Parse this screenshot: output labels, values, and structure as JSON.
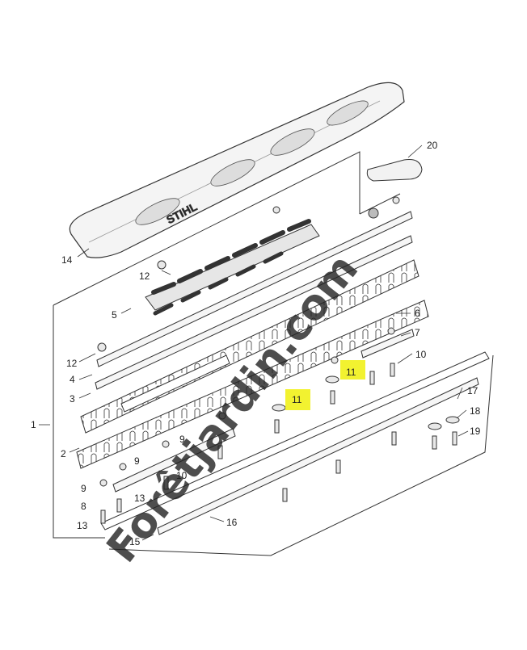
{
  "diagram": {
    "brand_mark": "STIHL",
    "labels": {
      "p1": "1",
      "p2": "2",
      "p3": "3",
      "p4": "4",
      "p5": "5",
      "p6": "6",
      "p7": "7",
      "p8": "8",
      "p9a": "9",
      "p9b": "9",
      "p9c": "9",
      "p10a": "10",
      "p10b": "10",
      "p11a": "11",
      "p11b": "11",
      "p12a": "12",
      "p12b": "12",
      "p13a": "13",
      "p13b": "13",
      "p14": "14",
      "p15": "15",
      "p16": "16",
      "p17": "17",
      "p18": "18",
      "p19": "19",
      "p20": "20"
    },
    "highlight_color": "#f2f230"
  },
  "watermark": {
    "text": "Forêtjardin.com",
    "colors": {
      "orange": "#f2a23a",
      "green": "#a6dc72",
      "olive": "#c7c4a8"
    }
  }
}
